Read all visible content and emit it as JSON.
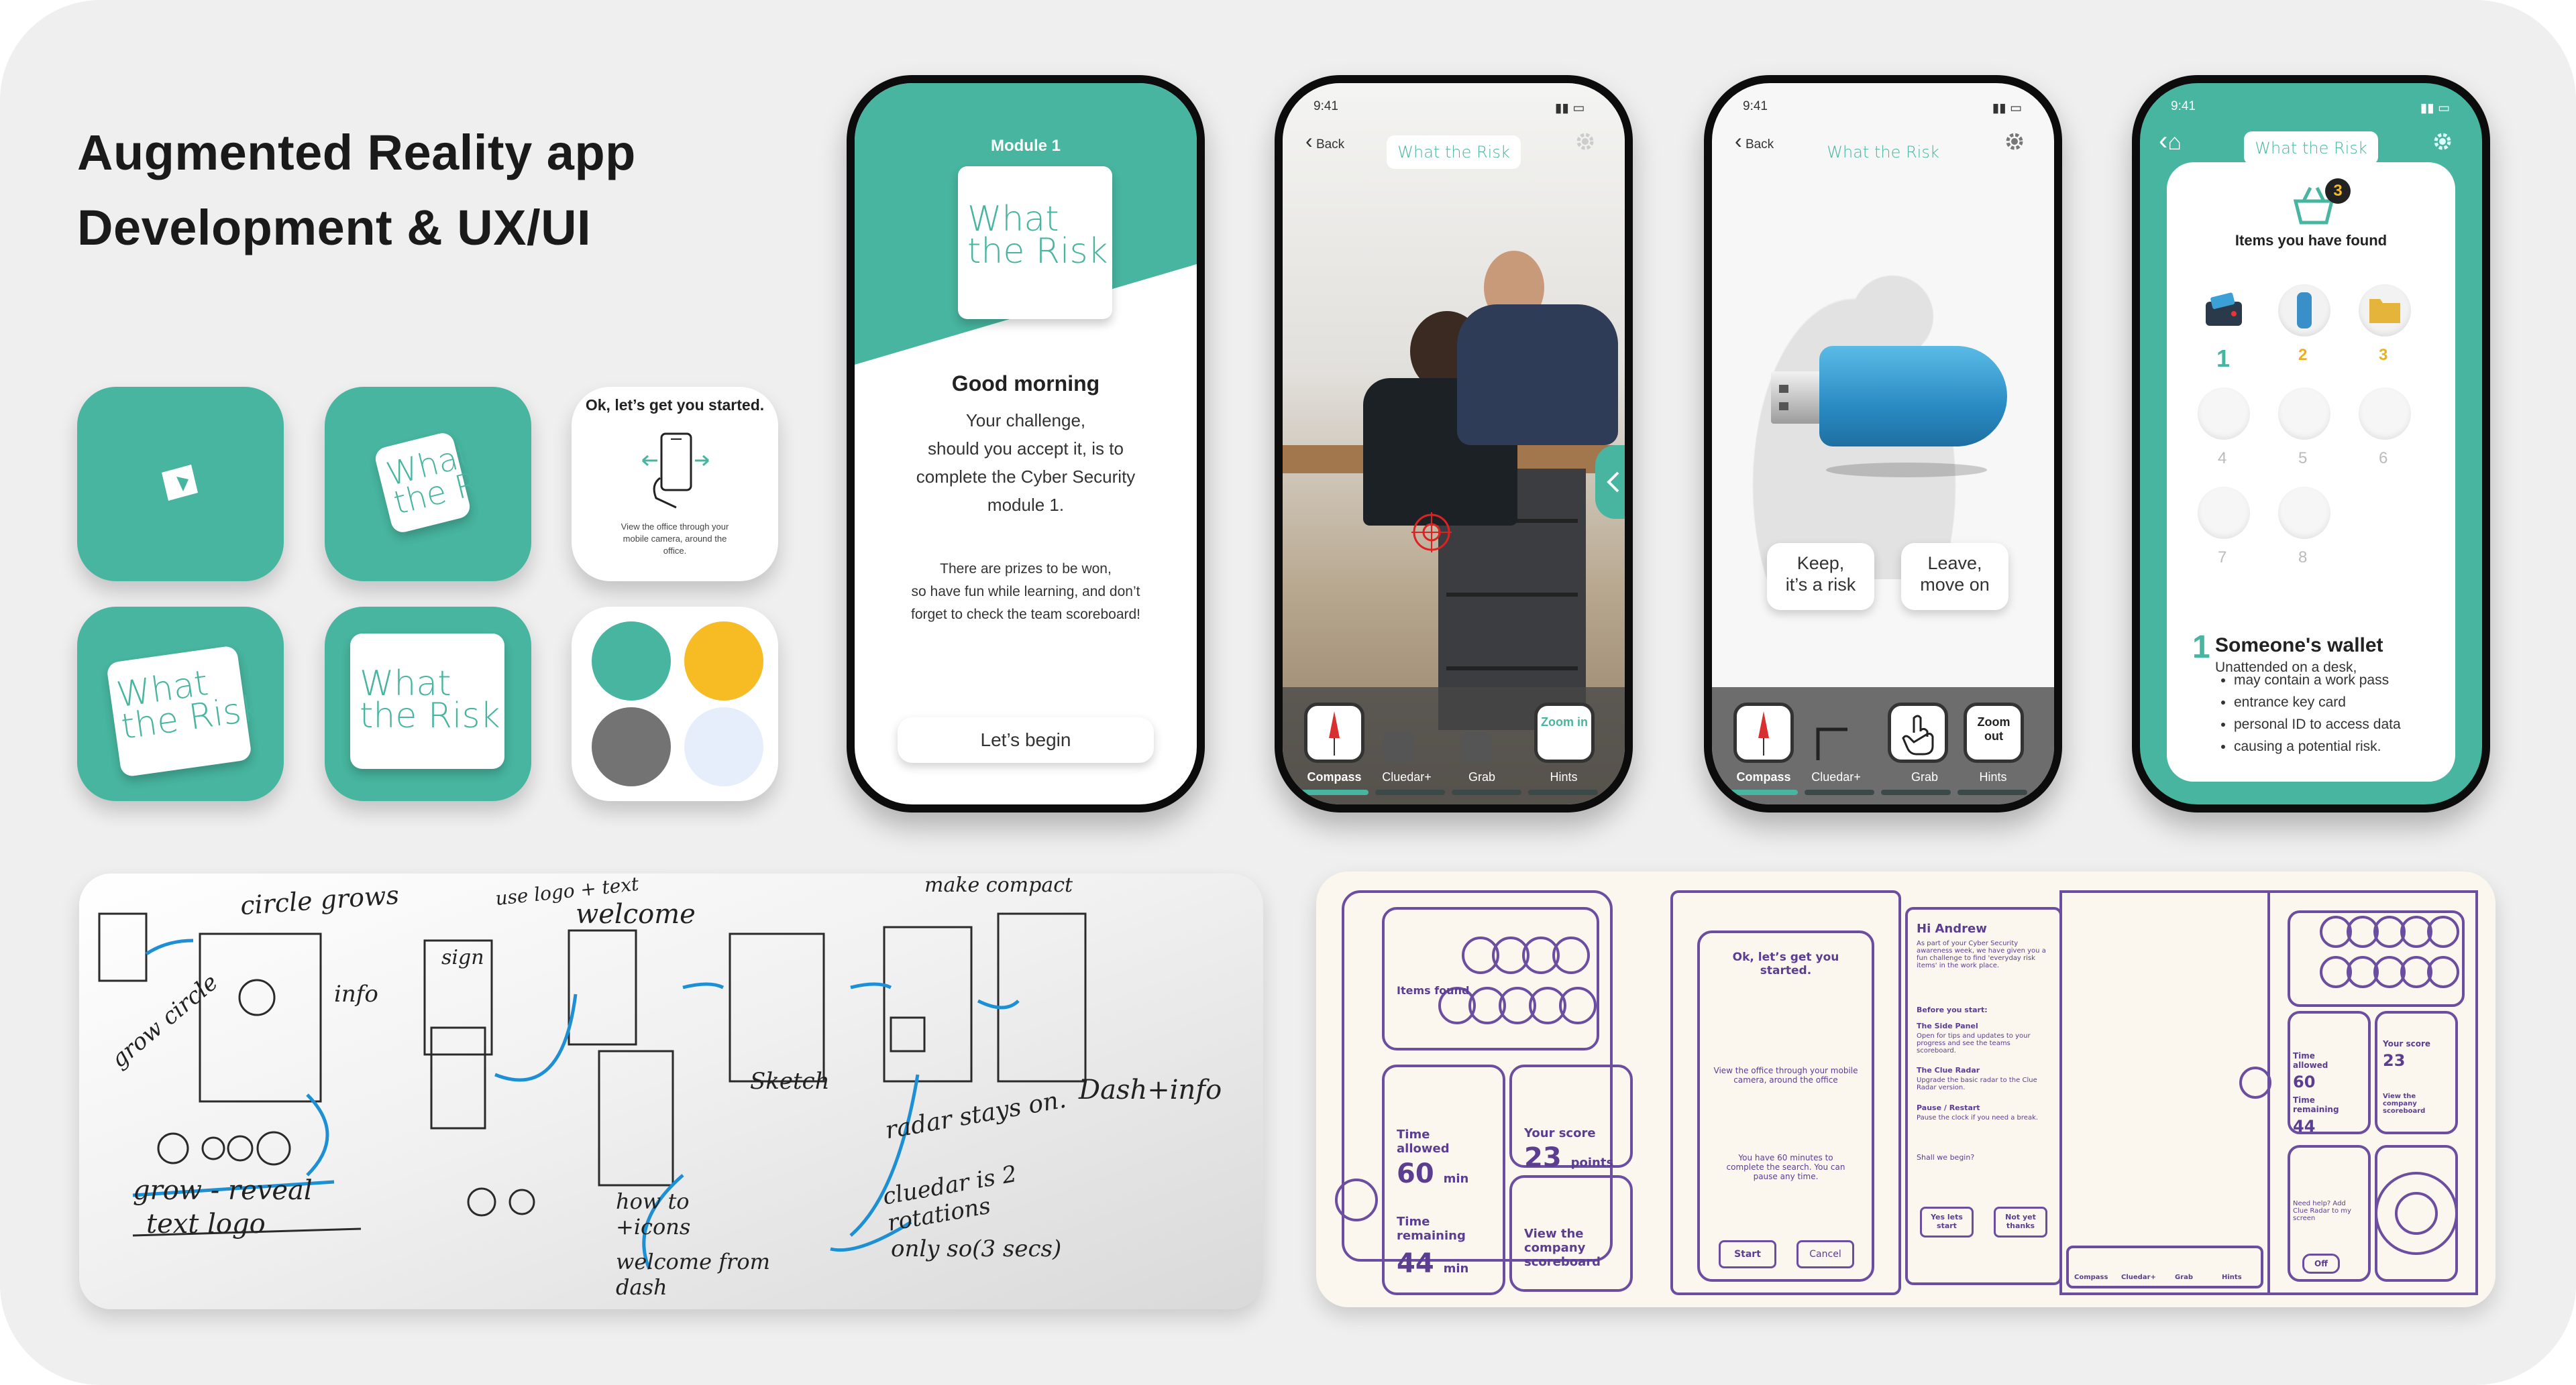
{
  "title": {
    "line1": "Augmented Reality app",
    "line2": "Development & UX/UI"
  },
  "logo": {
    "line1": "What",
    "line2": "the Risk"
  },
  "onboarding_tile": {
    "heading": "Ok, let’s get you started.",
    "caption": "View the office through your mobile camera, around the office."
  },
  "palette": [
    "#47b59f",
    "#f7bb24",
    "#737373",
    "#e6eefb"
  ],
  "phone1": {
    "module": "Module 1",
    "greeting": "Good morning",
    "challenge": [
      "Your challenge,",
      "should you accept it, is to",
      "complete the Cyber Security",
      "module 1."
    ],
    "prizes": [
      "There are prizes to be won,",
      "so have fun while learning, and don’t",
      "forget to check the team scoreboard!"
    ],
    "cta": "Let’s begin"
  },
  "phone2": {
    "time": "9:41",
    "back": "Back",
    "brand": "What the Risk",
    "tools": [
      "Compass",
      "Cluedar+",
      "Grab",
      "Hints"
    ],
    "zoom": "Zoom in"
  },
  "phone3": {
    "time": "9:41",
    "back": "Back",
    "brand": "What the Risk",
    "keep": [
      "Keep,",
      "it’s a risk"
    ],
    "leave": [
      "Leave,",
      "move on"
    ],
    "tools": [
      "Compass",
      "Cluedar+",
      "Grab",
      "Hints"
    ],
    "zoom": "Zoom out"
  },
  "phone4": {
    "time": "9:41",
    "brand": "What the Risk",
    "badge": "3",
    "found_title": "Items you have found",
    "slots": [
      "1",
      "2",
      "3",
      "4",
      "5",
      "6",
      "7",
      "8"
    ],
    "item_number": "1",
    "item_title": "Someone's wallet",
    "item_subtitle": "Unattended on a desk,",
    "item_points": [
      "may contain a work pass",
      "entrance key card",
      "personal ID to access data",
      "causing a potential risk."
    ]
  },
  "sketch": {
    "notes": [
      "circle grows",
      "use logo + text",
      "welcome",
      "make compact",
      "info",
      "grow circle",
      "sign",
      "Dash+info",
      "Sketch",
      "radar stays on.",
      "cluedar is 2 rotations",
      "only so(3 secs)",
      "grow - reveal",
      "text logo",
      "how to +icons",
      "welcome from dash"
    ]
  },
  "wireframe": {
    "onboard": "Ok, let’s get you started.",
    "onboard_caption": "View the office through your mobile camera, around the office",
    "timer_caption": "You have 60 minutes to complete the search. You can pause any time.",
    "start": "Start",
    "cancel": "Cancel",
    "greeting": "Hi Andrew",
    "intro": "As part of your Cyber Security awareness week, we have given you a fun challenge to find 'everyday risk items' in the work place.",
    "before": "Before you start:",
    "side_panel": "The Side Panel",
    "side_panel_text": "Open for tips and updates to your progress and see the teams scoreboard.",
    "clue_radar": "The Clue Radar",
    "clue_radar_text": "Upgrade the basic radar to the Clue Radar version.",
    "pause": "Pause / Restart",
    "pause_text": "Pause the clock if you need a break.",
    "shall_we": "Shall we begin?",
    "yes": "Yes lets start",
    "not_yet": "Not yet thanks",
    "items_found": "Items found",
    "time_allowed": "Time allowed",
    "time_allowed_val": "60",
    "time_remaining": "Time remaining",
    "time_remaining_val": "44",
    "min": "min",
    "your_score": "Your score",
    "score_val": "23",
    "points": "points",
    "view_scoreboard": "View the company scoreboard",
    "need_help": "Need help? Add Clue Radar to my screen",
    "off": "Off",
    "tools": [
      "Compass",
      "Cluedar+",
      "Grab",
      "Hints"
    ]
  }
}
